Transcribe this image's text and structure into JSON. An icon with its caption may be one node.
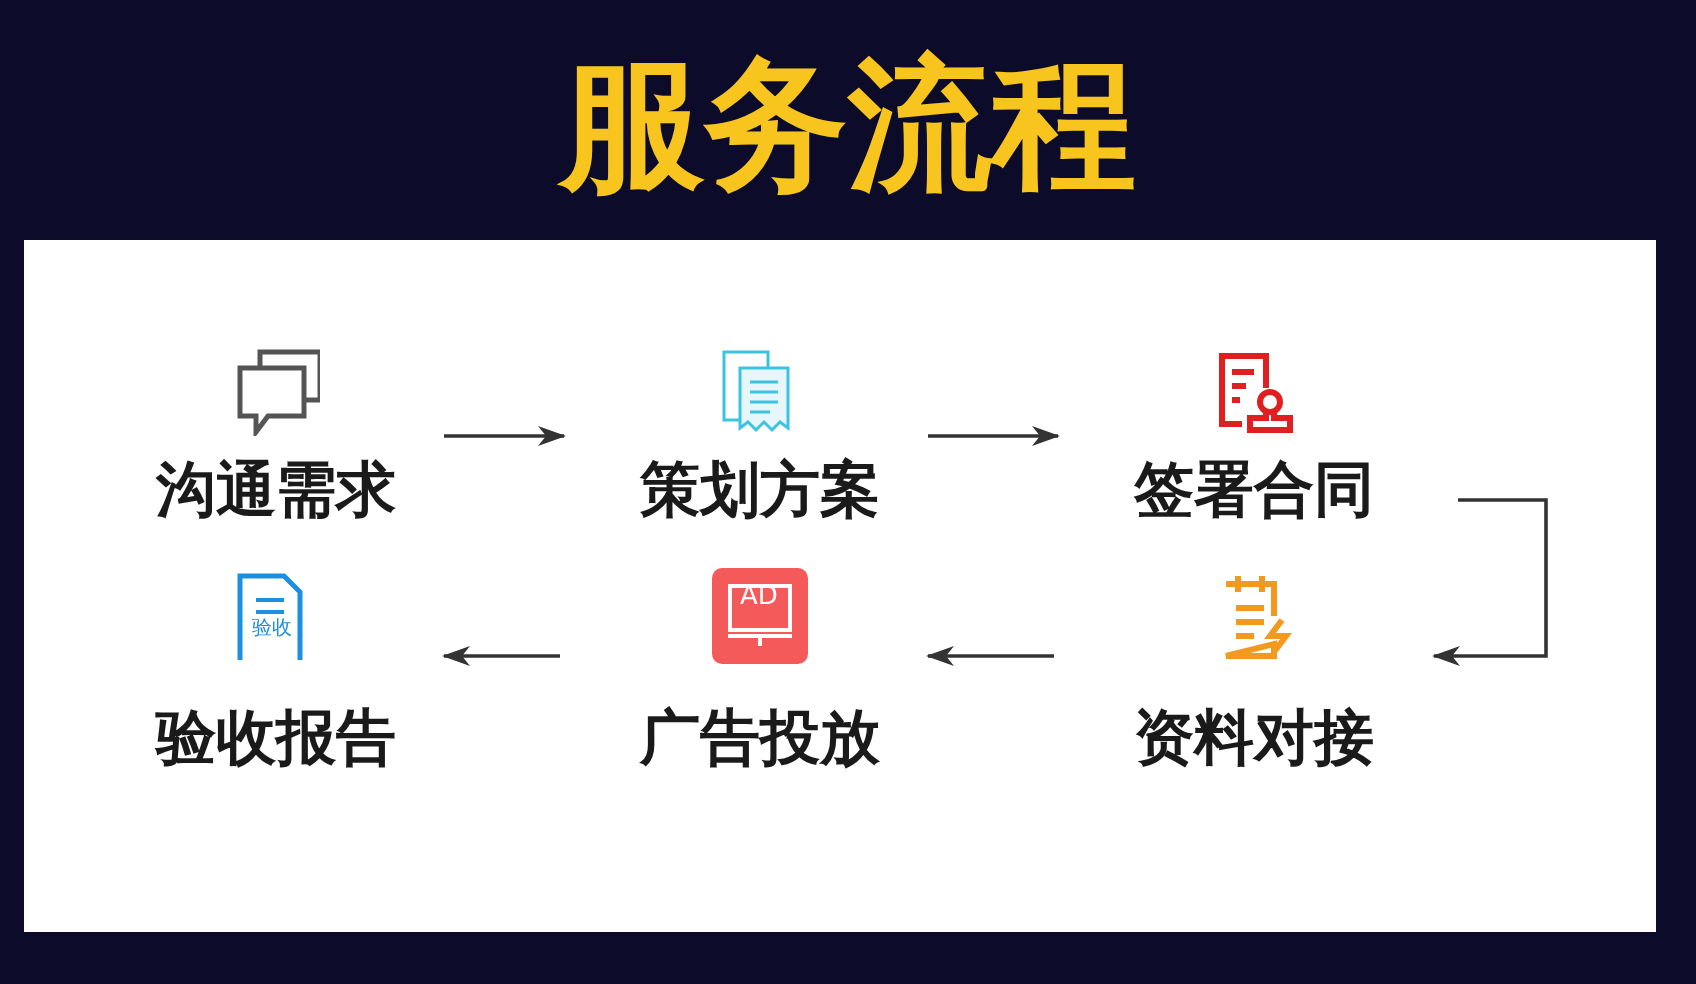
{
  "diagram": {
    "title": "服务流程",
    "nodes": [
      {
        "text": [
          "沟通需求"
        ]
      },
      {
        "text": [
          "策划方案"
        ]
      },
      {
        "text": [
          "签署合同"
        ]
      },
      {
        "text": [
          "资料对接"
        ]
      },
      {
        "text": [
          "广告投放"
        ]
      },
      {
        "text": [
          "验收报告"
        ]
      }
    ],
    "edges": [
      {
        "from": 0,
        "to": 1,
        "arrow": "to"
      },
      {
        "from": 1,
        "to": 2,
        "arrow": "to"
      },
      {
        "from": 2,
        "to": 3,
        "arrow": "to"
      },
      {
        "from": 3,
        "to": 4,
        "arrow": "to"
      },
      {
        "from": 4,
        "to": 5,
        "arrow": "to"
      }
    ],
    "labels": [
      "AD",
      "验收"
    ]
  }
}
